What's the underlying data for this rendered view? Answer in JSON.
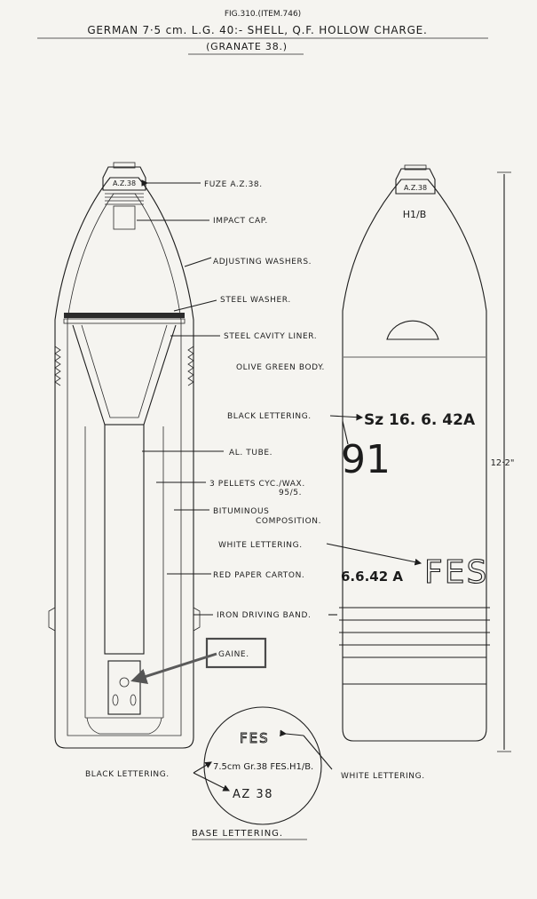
{
  "header": {
    "fig": "FIG.310.(ITEM.746)",
    "title": "GERMAN 7·5 cm. L.G. 40:- SHELL, Q.F. HOLLOW CHARGE.",
    "subtitle": "(GRANATE 38.)"
  },
  "labels": {
    "fuze": "FUZE A.Z.38.",
    "impact_cap": "IMPACT CAP.",
    "adjusting_washers": "ADJUSTING WASHERS.",
    "steel_washer": "STEEL WASHER.",
    "steel_cavity_liner": "STEEL CAVITY LINER.",
    "olive_green_body": "OLIVE GREEN BODY.",
    "black_lettering": "BLACK LETTERING.",
    "al_tube": "AL. TUBE.",
    "pellets": "3 PELLETS CYC./WAX.",
    "pellets_ratio": "95/5.",
    "bituminous": "BITUMINOUS",
    "composition": "COMPOSITION.",
    "white_lettering": "WHITE LETTERING.",
    "red_paper_carton": "RED PAPER CARTON.",
    "iron_driving_band": "IRON DRIVING BAND.",
    "gaine": "GAINE."
  },
  "shell_markings": {
    "fuze_left": "A.Z.38",
    "fuze_right": "A.Z.38",
    "nose_code": "H1/B",
    "date_code": "Sz 16. 6. 42A",
    "lot_number": "91",
    "fill_date": "6.6.42 A",
    "fes": "FES"
  },
  "dimension": {
    "length": "12·2\""
  },
  "base": {
    "fes": "FES",
    "code": "7.5cm Gr.38 FES.H1/B.",
    "fuze": "AZ 38",
    "black_lettering": "BLACK LETTERING.",
    "white_lettering": "WHITE LETTERING.",
    "caption": "BASE LETTERING."
  },
  "colors": {
    "ink": "#1d1d1d",
    "paper": "#f5f4f0",
    "highlight_box": "#4a4a4a",
    "arrow": "#5a5a5a"
  }
}
